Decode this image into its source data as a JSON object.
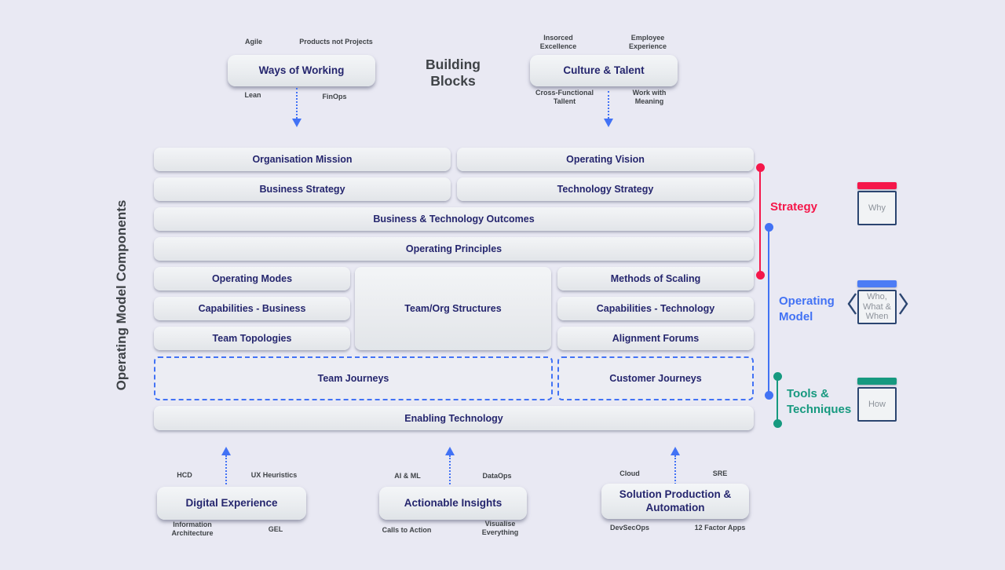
{
  "canvas": {
    "background": "#e9e9f3",
    "title_line1": "Building",
    "title_line2": "Blocks",
    "side_label": "Operating Model Components"
  },
  "colors": {
    "arrow_blue": "#4272f5",
    "box_text_navy": "#25266e",
    "small_label_grey": "#3f4347"
  },
  "building_blocks": {
    "ways_of_working": {
      "label": "Ways of Working",
      "top_left": "Agile",
      "top_right": "Products not Projects",
      "bottom_left": "Lean",
      "bottom_right": "FinOps"
    },
    "culture_talent": {
      "label": "Culture & Talent",
      "top_left": "Insorced Excellence",
      "top_right": "Employee Experience",
      "bottom_left": "Cross-Functional Tallent",
      "bottom_right": "Work with Meaning"
    }
  },
  "grid": {
    "organisation_mission": "Organisation Mission",
    "operating_vision": "Operating Vision",
    "business_strategy": "Business Strategy",
    "technology_strategy": "Technology Strategy",
    "business_technology_outcomes": "Business & Technology Outcomes",
    "operating_principles": "Operating Principles",
    "operating_modes": "Operating Modes",
    "capabilities_business": "Capabilities - Business",
    "team_topologies": "Team Topologies",
    "team_org_structures": "Team/Org Structures",
    "methods_of_scaling": "Methods of Scaling",
    "capabilities_technology": "Capabilities - Technology",
    "alignment_forums": "Alignment Forums",
    "team_journeys": "Team Journeys",
    "customer_journeys": "Customer Journeys",
    "enabling_technology": "Enabling Technology"
  },
  "legend": {
    "strategy": {
      "label": "Strategy",
      "color": "#f5174a"
    },
    "operating_model": {
      "label": "Operating Model",
      "color": "#4272f4"
    },
    "tools_techniques": {
      "label": "Tools & Techniques",
      "color": "#16997f"
    }
  },
  "question_boxes": {
    "why": {
      "label": "Why",
      "color": "#f5174a"
    },
    "who_what_when": {
      "label": "Who, What & When",
      "color": "#4c7cf5"
    },
    "how": {
      "label": "How",
      "color": "#16997f"
    }
  },
  "foundations": {
    "digital_experience": {
      "label": "Digital Experience",
      "top_left": "HCD",
      "top_right": "UX Heuristics",
      "bottom_left": "Information Architecture",
      "bottom_right": "GEL"
    },
    "actionable_insights": {
      "label": "Actionable Insights",
      "top_left": "AI & ML",
      "top_right": "DataOps",
      "bottom_left": "Calls to Action",
      "bottom_right": "Visualise Everything"
    },
    "solution_production_automation": {
      "label": "Solution Production & Automation",
      "top_left": "Cloud",
      "top_right": "SRE",
      "bottom_left": "DevSecOps",
      "bottom_right": "12 Factor Apps"
    }
  }
}
